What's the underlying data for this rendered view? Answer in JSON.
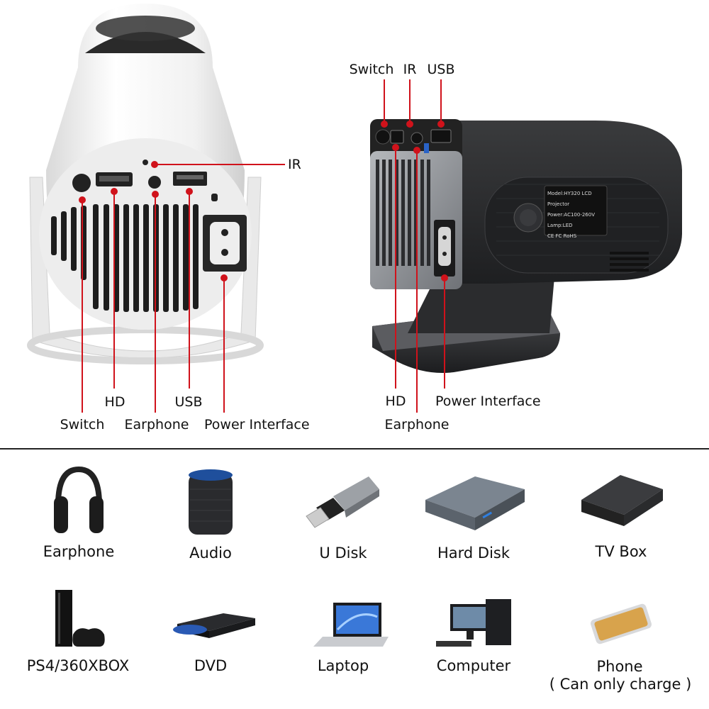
{
  "left_projector": {
    "callouts": {
      "ir": "IR",
      "hd": "HD",
      "usb": "USB",
      "switch": "Switch",
      "earphone": "Earphone",
      "power": "Power Interface"
    }
  },
  "right_projector": {
    "callouts": {
      "switch": "Switch",
      "ir": "IR",
      "usb": "USB",
      "hd": "HD",
      "power": "Power Interface",
      "earphone": "Earphone"
    },
    "rating_label": {
      "line1": "Model:HY320 LCD Projector",
      "line2": "Power:AC100-260V",
      "line3": "Lamp:LED",
      "line4": "CE FC RoHS"
    }
  },
  "devices": [
    {
      "label": "Earphone",
      "icon": "headphones-icon"
    },
    {
      "label": "Audio",
      "icon": "smart-speaker-icon"
    },
    {
      "label": "U Disk",
      "icon": "usb-flash-drive-icon"
    },
    {
      "label": "Hard Disk",
      "icon": "hard-disk-icon"
    },
    {
      "label": "TV Box",
      "icon": "tv-box-icon"
    },
    {
      "label": "PS4/360XBOX",
      "icon": "game-console-icon"
    },
    {
      "label": "DVD",
      "icon": "dvd-player-icon"
    },
    {
      "label": "Laptop",
      "icon": "laptop-icon"
    },
    {
      "label": "Computer",
      "icon": "desktop-computer-icon"
    },
    {
      "label": "Phone",
      "note": "( Can only charge )",
      "icon": "smartphone-icon"
    }
  ],
  "colors": {
    "callout_red": "#d0121b",
    "dark_body": "#2a2b2d",
    "white_body": "#f4f4f4",
    "grey_panel": "#8a8d92"
  }
}
